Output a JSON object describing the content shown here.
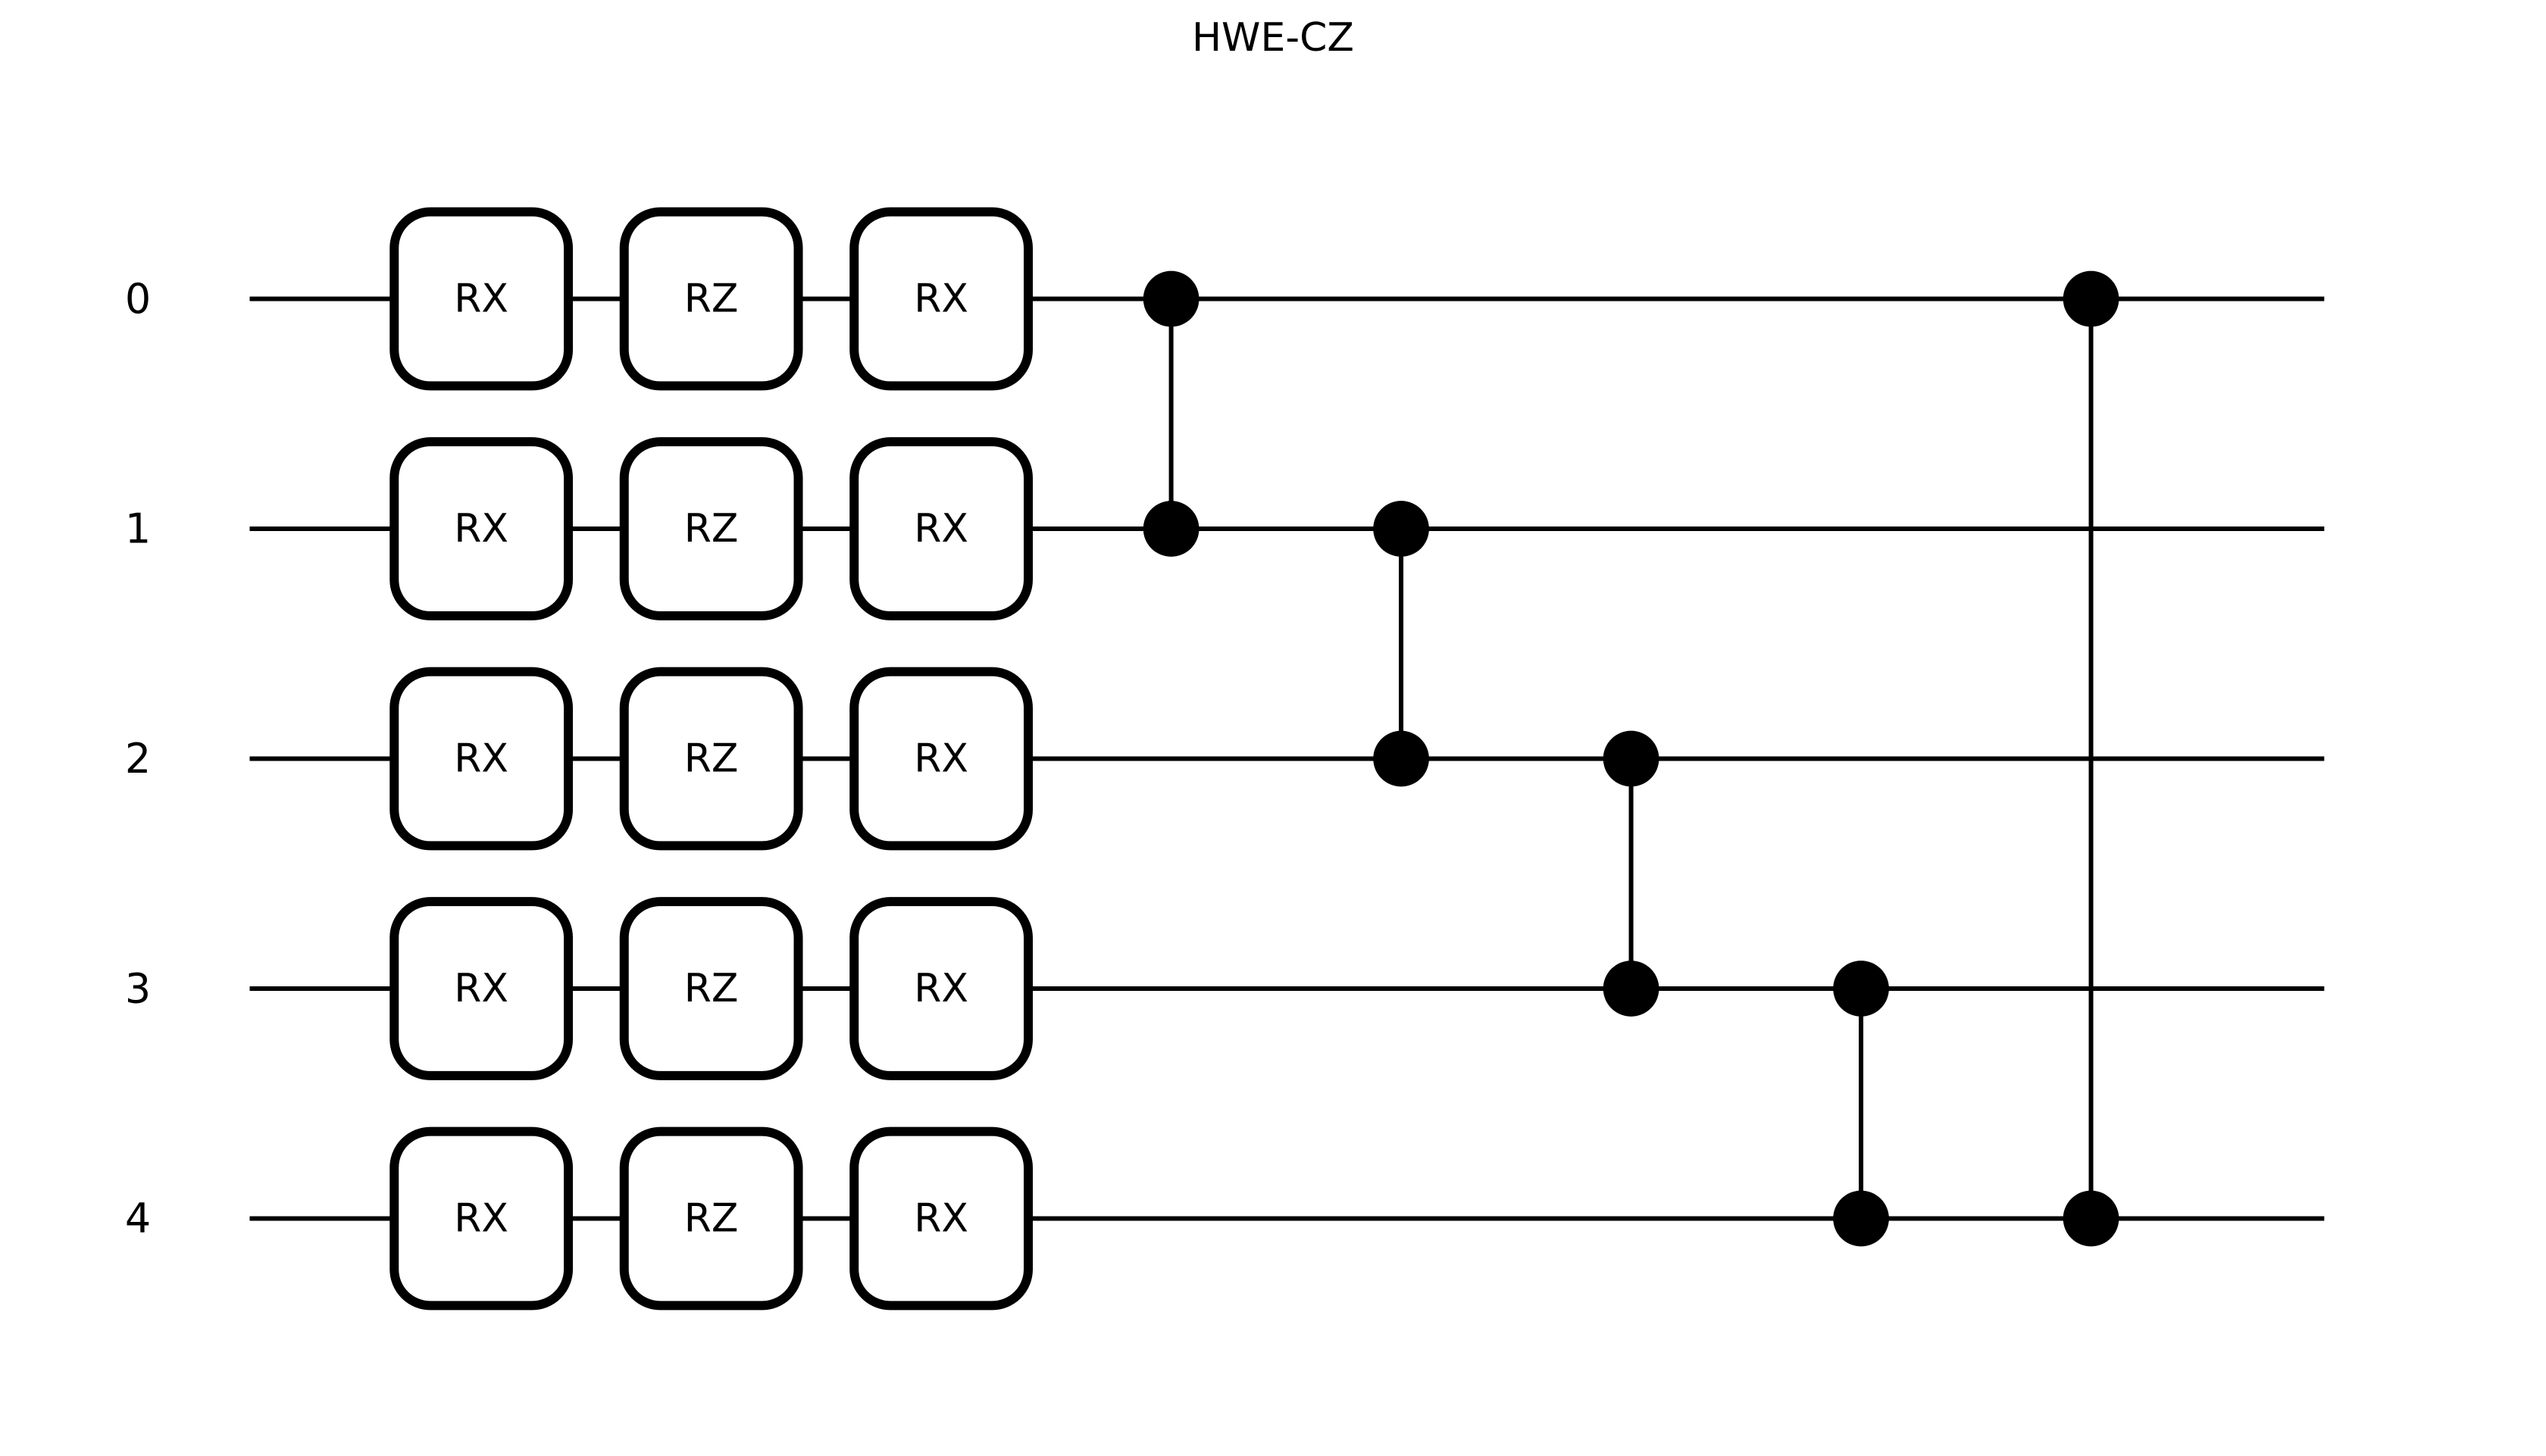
{
  "title": "HWE-CZ",
  "colors": {
    "stroke": "#000000",
    "background": "#ffffff",
    "gate_fill": "#ffffff"
  },
  "wires": [
    {
      "label": "0"
    },
    {
      "label": "1"
    },
    {
      "label": "2"
    },
    {
      "label": "3"
    },
    {
      "label": "4"
    }
  ],
  "gate_layers": [
    {
      "name": "RX",
      "wires": [
        0,
        1,
        2,
        3,
        4
      ]
    },
    {
      "name": "RZ",
      "wires": [
        0,
        1,
        2,
        3,
        4
      ]
    },
    {
      "name": "RX",
      "wires": [
        0,
        1,
        2,
        3,
        4
      ]
    }
  ],
  "cz_gates": [
    {
      "wires": [
        0,
        1
      ]
    },
    {
      "wires": [
        1,
        2
      ]
    },
    {
      "wires": [
        2,
        3
      ]
    },
    {
      "wires": [
        3,
        4
      ]
    },
    {
      "wires": [
        0,
        4
      ]
    }
  ]
}
